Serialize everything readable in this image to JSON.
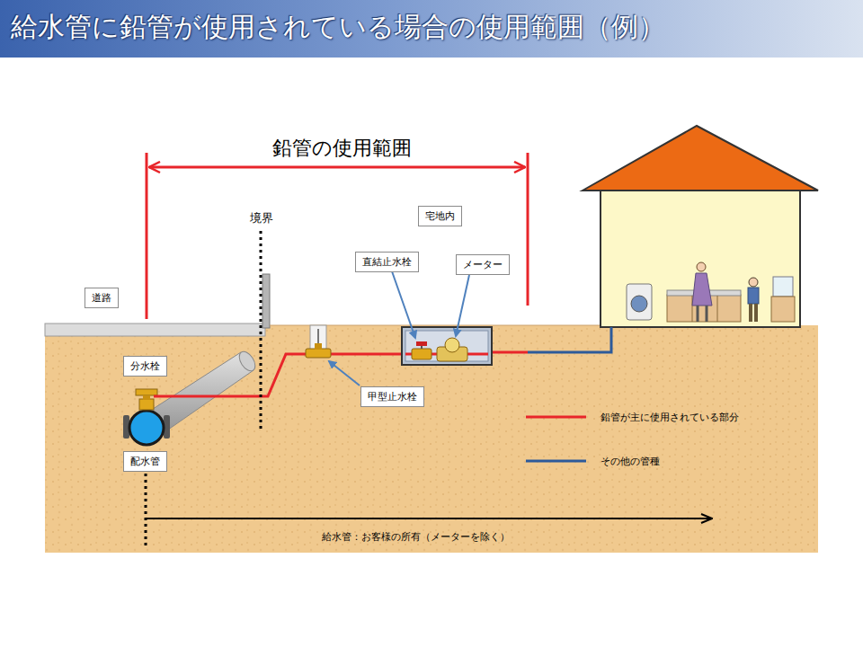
{
  "diagram": {
    "title": "給水管に鉛管が使用されている場合の使用範囲（例）",
    "nodes": [
      {
        "text": [
          "道路"
        ]
      },
      {
        "text": [
          "宅地内"
        ]
      },
      {
        "text": [
          "直結止水栓"
        ]
      },
      {
        "text": [
          "メーター"
        ]
      },
      {
        "text": [
          "分水栓"
        ]
      },
      {
        "text": [
          "甲型止水栓"
        ]
      },
      {
        "text": [
          "配水管"
        ]
      }
    ],
    "labels": [
      "鉛管の使用範囲",
      "境界",
      "給水管：お客様の所有（メーターを除く）"
    ],
    "legend": [
      {
        "text": "鉛管が主に使用されている部分"
      },
      {
        "text": "その他の管種"
      }
    ]
  }
}
